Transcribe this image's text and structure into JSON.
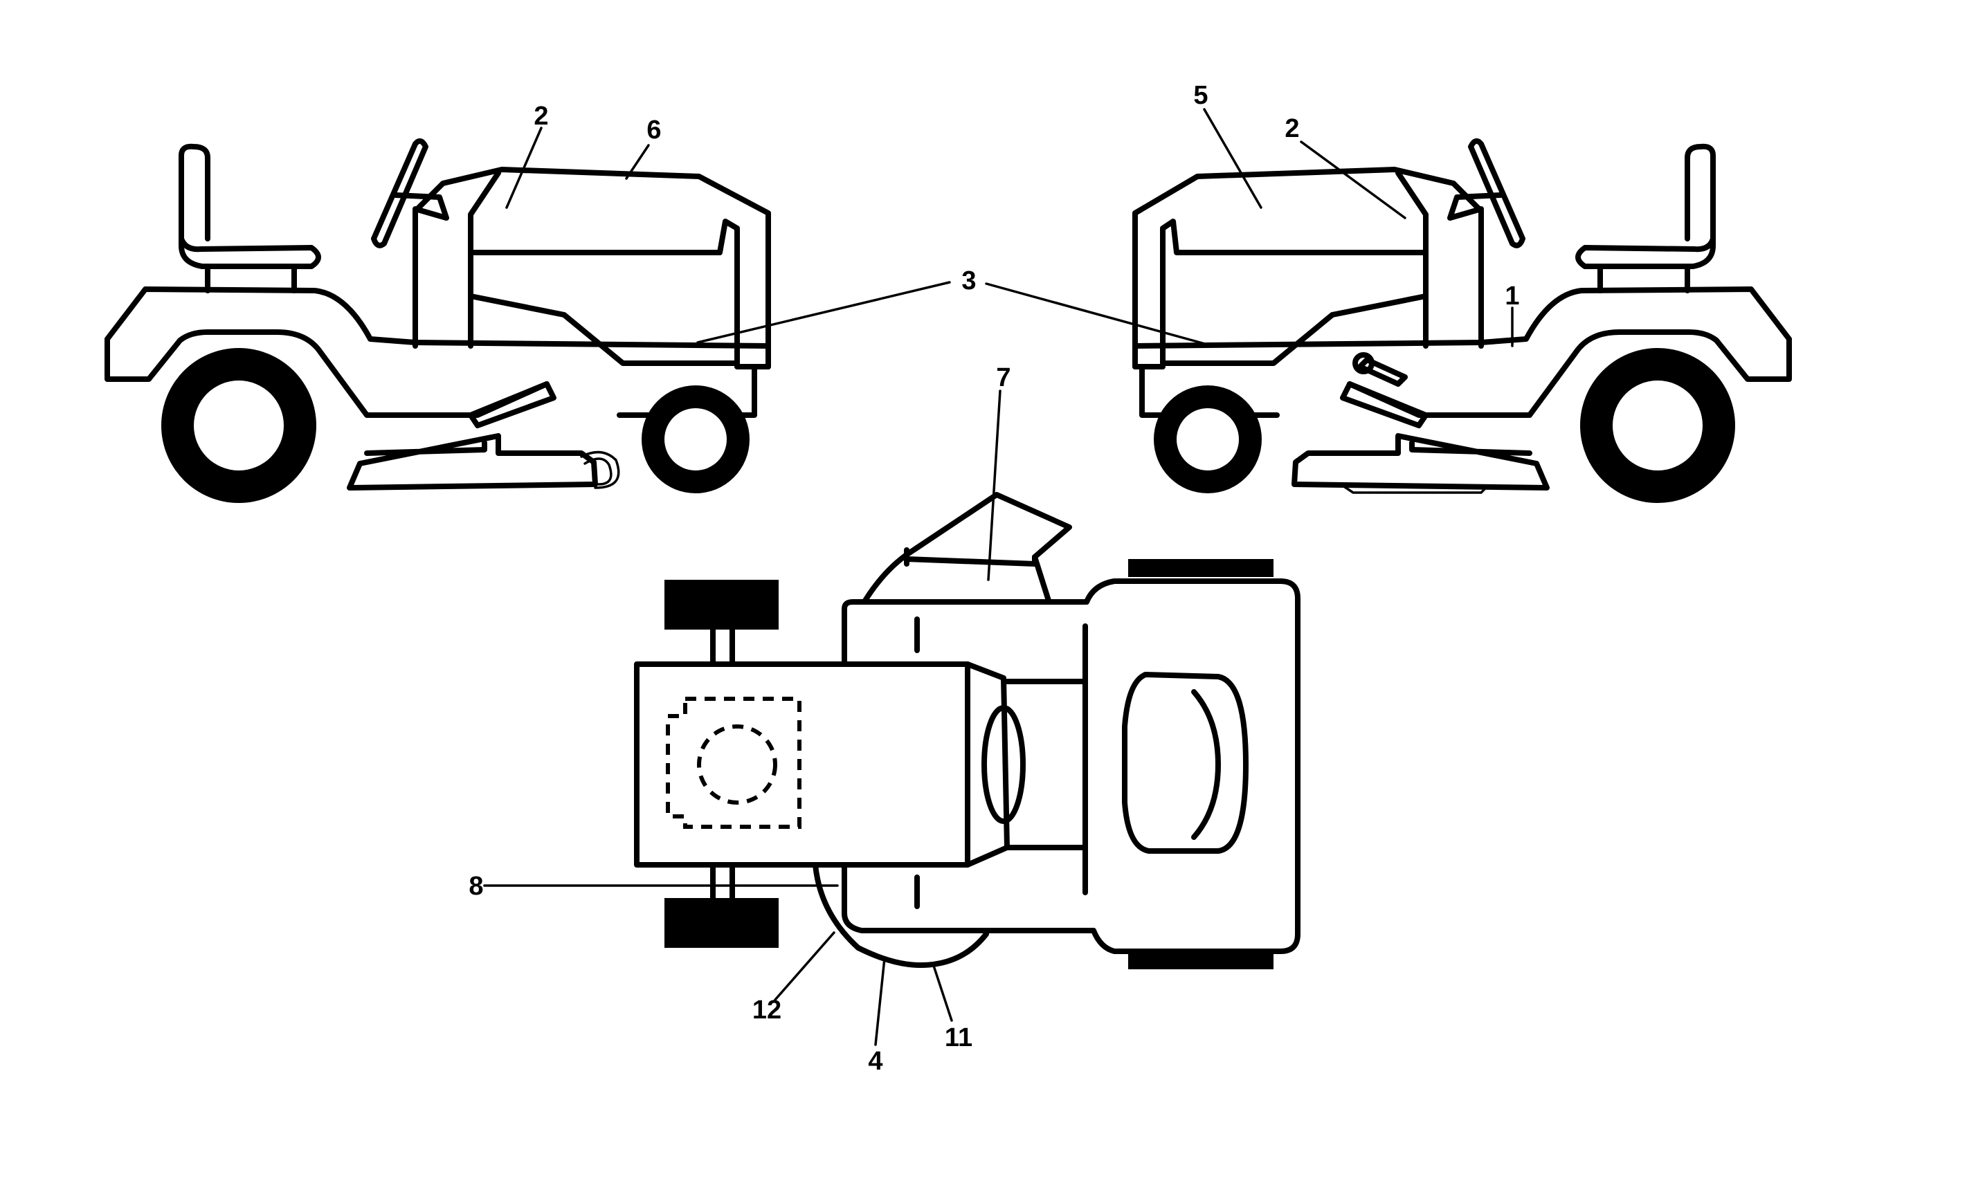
{
  "diagram": {
    "callouts": [
      {
        "id": "left-2",
        "number": "2"
      },
      {
        "id": "left-6",
        "number": "6"
      },
      {
        "id": "right-5",
        "number": "5"
      },
      {
        "id": "right-2",
        "number": "2"
      },
      {
        "id": "center-3",
        "number": "3"
      },
      {
        "id": "right-1",
        "number": "1"
      },
      {
        "id": "top-7",
        "number": "7"
      },
      {
        "id": "top-8",
        "number": "8"
      },
      {
        "id": "top-12",
        "number": "12"
      },
      {
        "id": "top-4",
        "number": "4"
      },
      {
        "id": "top-11",
        "number": "11"
      }
    ]
  }
}
